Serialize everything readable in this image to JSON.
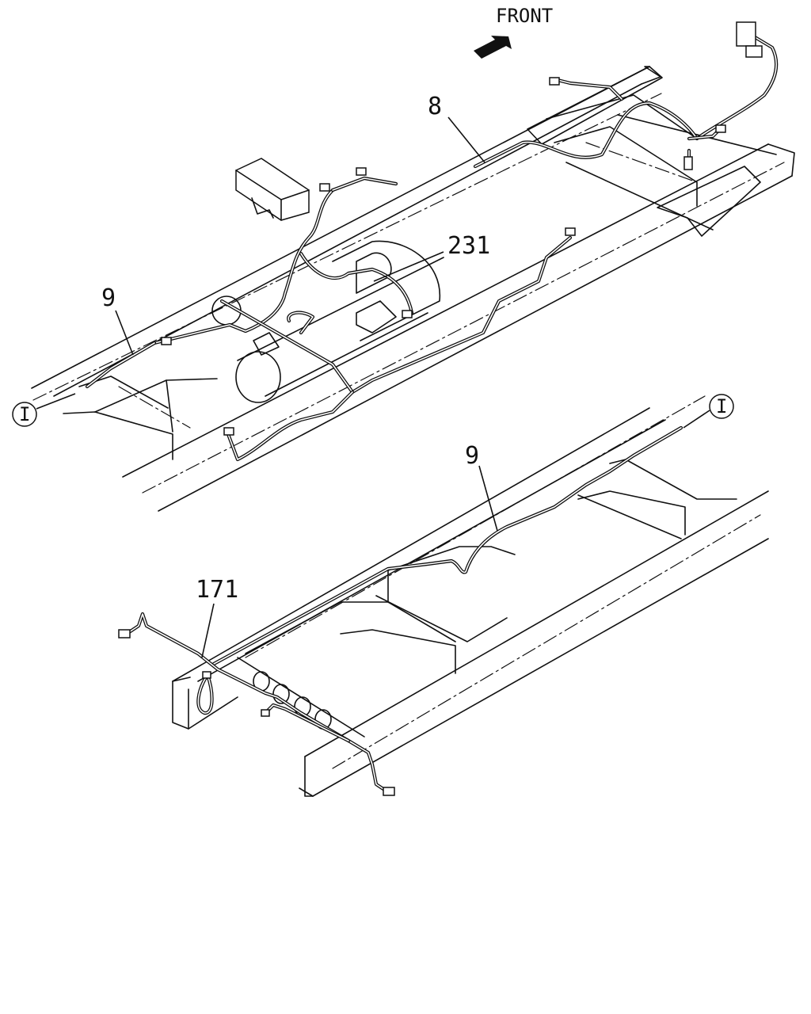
{
  "direction": {
    "label": "FRONT"
  },
  "callouts": {
    "harness_8": "8",
    "harness_231": "231",
    "harness_9_upper": "9",
    "harness_9_lower": "9",
    "harness_171": "171"
  },
  "continuation": {
    "upper": "I",
    "lower": "I"
  }
}
